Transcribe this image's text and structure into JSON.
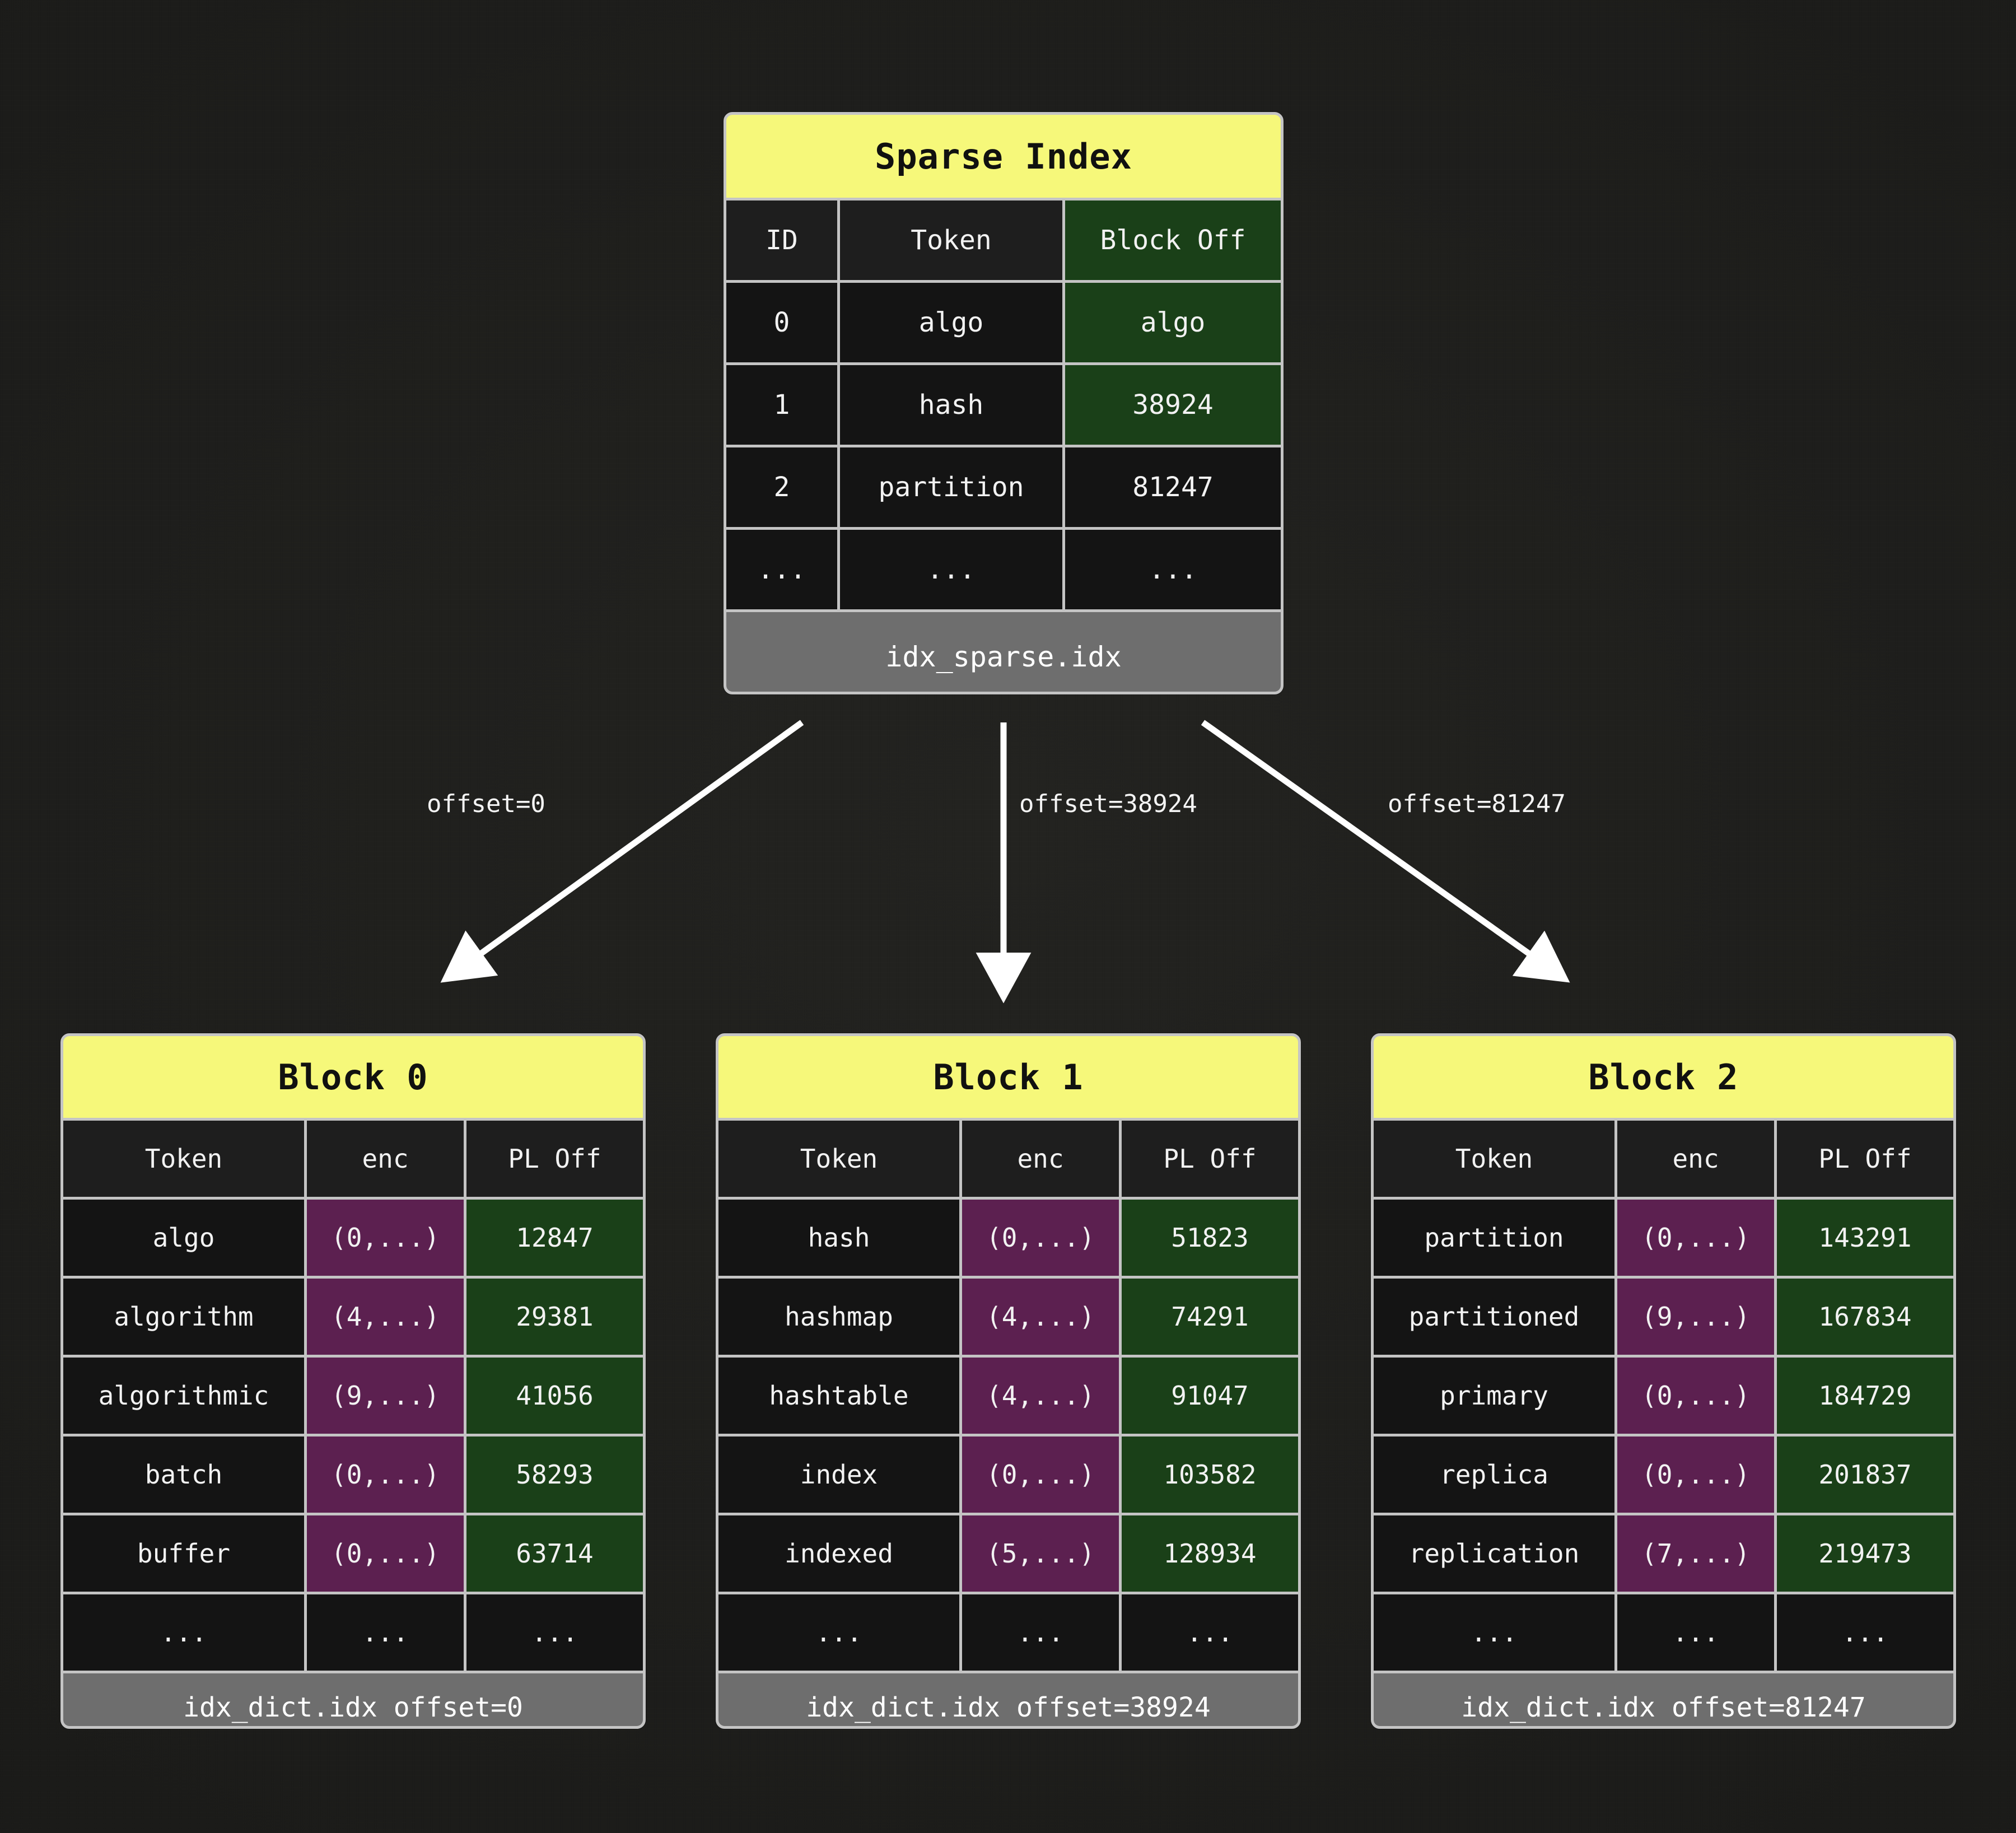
{
  "theme": {
    "background": "#1a1a18",
    "card_border": "#c4c4c4",
    "title_yellow": "#f6f87a",
    "footer_gray": "#6e6e6e",
    "cell_dark": "#141414",
    "highlight_green": "#1a4018",
    "highlight_purple": "#5c2050",
    "arrow_white": "#ffffff"
  },
  "sparse_index": {
    "title": "Sparse Index",
    "columns": [
      "ID",
      "Token",
      "Block Off"
    ],
    "rows": [
      {
        "id": "0",
        "token": "algo",
        "block_off": "algo"
      },
      {
        "id": "1",
        "token": "hash",
        "block_off": "38924"
      },
      {
        "id": "2",
        "token": "partition",
        "block_off": "81247"
      },
      {
        "id": "...",
        "token": "...",
        "block_off": "..."
      }
    ],
    "footer": "idx_sparse.idx"
  },
  "edges": [
    {
      "label": "offset=0"
    },
    {
      "label": "offset=38924"
    },
    {
      "label": "offset=81247"
    }
  ],
  "blocks": [
    {
      "title": "Block 0",
      "columns": [
        "Token",
        "enc",
        "PL Off"
      ],
      "rows": [
        {
          "token": "algo",
          "enc": "(0,...)",
          "pl_off": "12847"
        },
        {
          "token": "algorithm",
          "enc": "(4,...)",
          "pl_off": "29381"
        },
        {
          "token": "algorithmic",
          "enc": "(9,...)",
          "pl_off": "41056"
        },
        {
          "token": "batch",
          "enc": "(0,...)",
          "pl_off": "58293"
        },
        {
          "token": "buffer",
          "enc": "(0,...)",
          "pl_off": "63714"
        },
        {
          "token": "...",
          "enc": "...",
          "pl_off": "..."
        }
      ],
      "footer": "idx_dict.idx offset=0"
    },
    {
      "title": "Block 1",
      "columns": [
        "Token",
        "enc",
        "PL Off"
      ],
      "rows": [
        {
          "token": "hash",
          "enc": "(0,...)",
          "pl_off": "51823"
        },
        {
          "token": "hashmap",
          "enc": "(4,...)",
          "pl_off": "74291"
        },
        {
          "token": "hashtable",
          "enc": "(4,...)",
          "pl_off": "91047"
        },
        {
          "token": "index",
          "enc": "(0,...)",
          "pl_off": "103582"
        },
        {
          "token": "indexed",
          "enc": "(5,...)",
          "pl_off": "128934"
        },
        {
          "token": "...",
          "enc": "...",
          "pl_off": "..."
        }
      ],
      "footer": "idx_dict.idx offset=38924"
    },
    {
      "title": "Block 2",
      "columns": [
        "Token",
        "enc",
        "PL Off"
      ],
      "rows": [
        {
          "token": "partition",
          "enc": "(0,...)",
          "pl_off": "143291"
        },
        {
          "token": "partitioned",
          "enc": "(9,...)",
          "pl_off": "167834"
        },
        {
          "token": "primary",
          "enc": "(0,...)",
          "pl_off": "184729"
        },
        {
          "token": "replica",
          "enc": "(0,...)",
          "pl_off": "201837"
        },
        {
          "token": "replication",
          "enc": "(7,...)",
          "pl_off": "219473"
        },
        {
          "token": "...",
          "enc": "...",
          "pl_off": "..."
        }
      ],
      "footer": "idx_dict.idx offset=81247"
    }
  ]
}
